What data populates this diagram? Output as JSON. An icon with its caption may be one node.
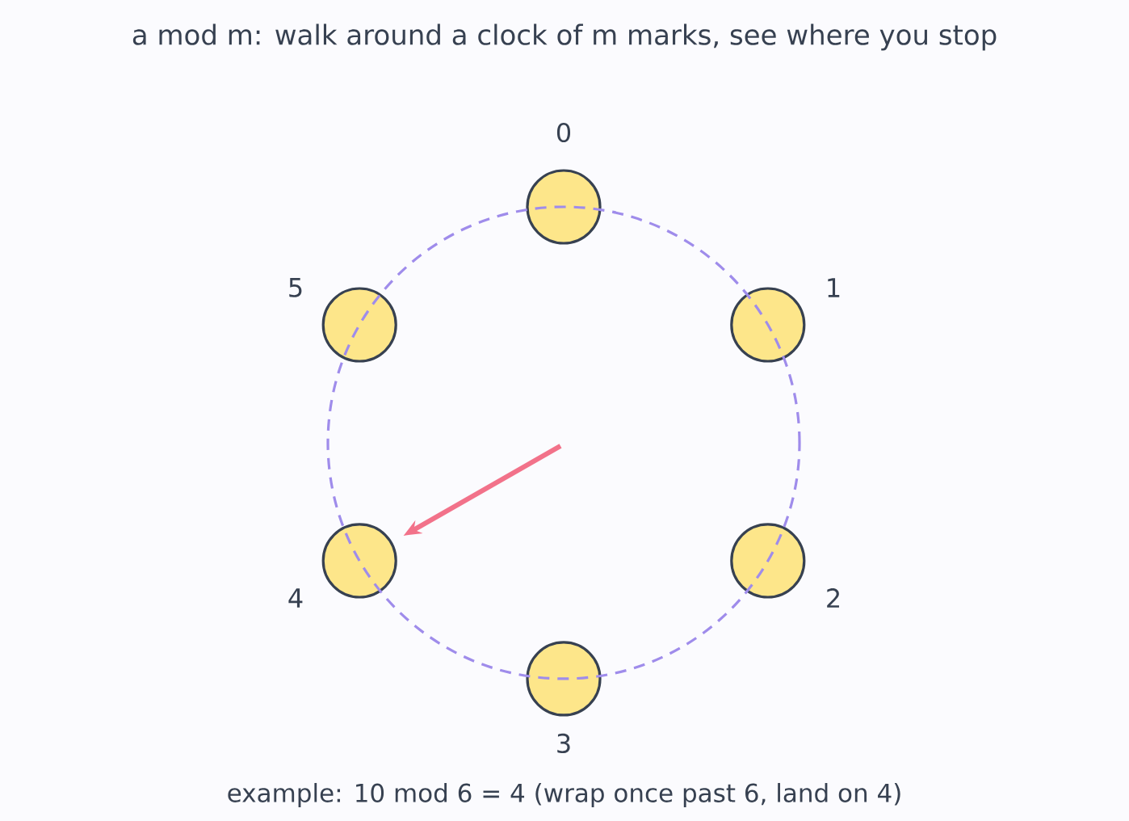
{
  "diagram": {
    "title": "a mod m: walk around a clock of m marks, see where you stop",
    "caption": "example: 10 mod 6 = 4  (wrap once past 6, land on 4)",
    "nodes": [
      {
        "text": [],
        "shape": "circle",
        "beside": [
          "0"
        ]
      },
      {
        "text": [],
        "shape": "circle",
        "beside": [
          "1"
        ]
      },
      {
        "text": [],
        "shape": "circle",
        "beside": [
          "2"
        ]
      },
      {
        "text": [],
        "shape": "circle",
        "beside": [
          "3"
        ]
      },
      {
        "text": [],
        "shape": "circle",
        "beside": [
          "4"
        ]
      },
      {
        "text": [],
        "shape": "circle",
        "beside": [
          "5"
        ]
      }
    ],
    "edges": [
      {
        "from": null,
        "to": 4,
        "arrow": "to",
        "color": "#f2728a"
      }
    ]
  }
}
